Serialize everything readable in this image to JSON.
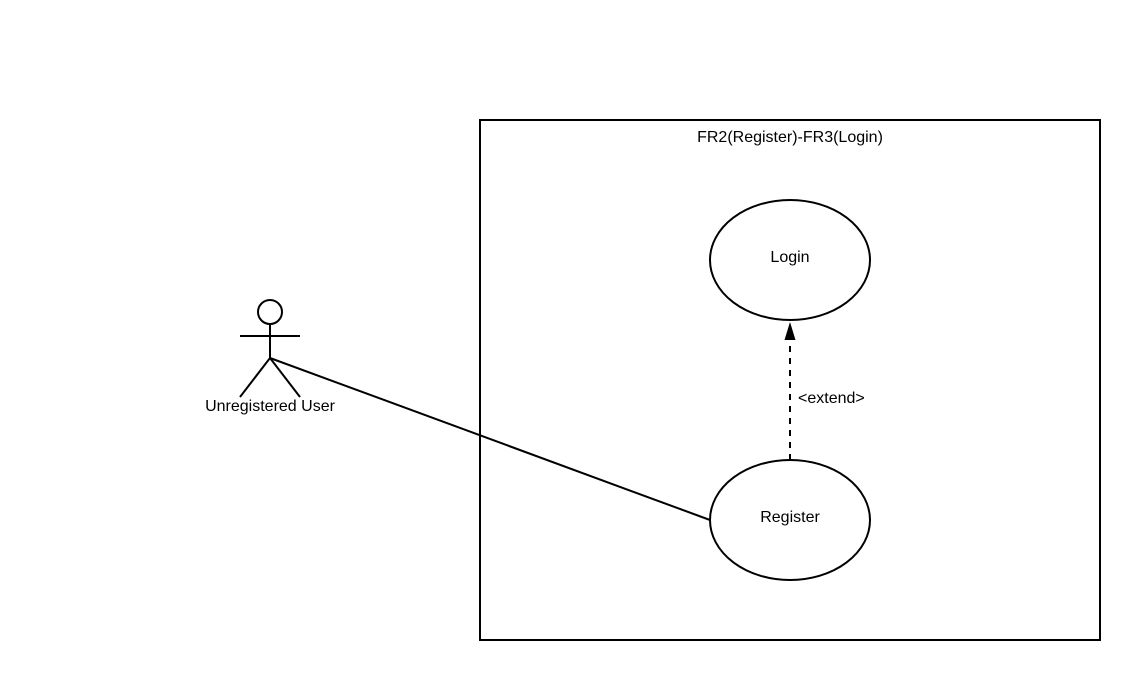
{
  "diagram": {
    "system_boundary": {
      "title": "FR2(Register)-FR3(Login)"
    },
    "actor": {
      "label": "Unregistered User"
    },
    "use_cases": {
      "login": "Login",
      "register": "Register"
    },
    "relationship": {
      "extend_label": "<extend>"
    }
  }
}
